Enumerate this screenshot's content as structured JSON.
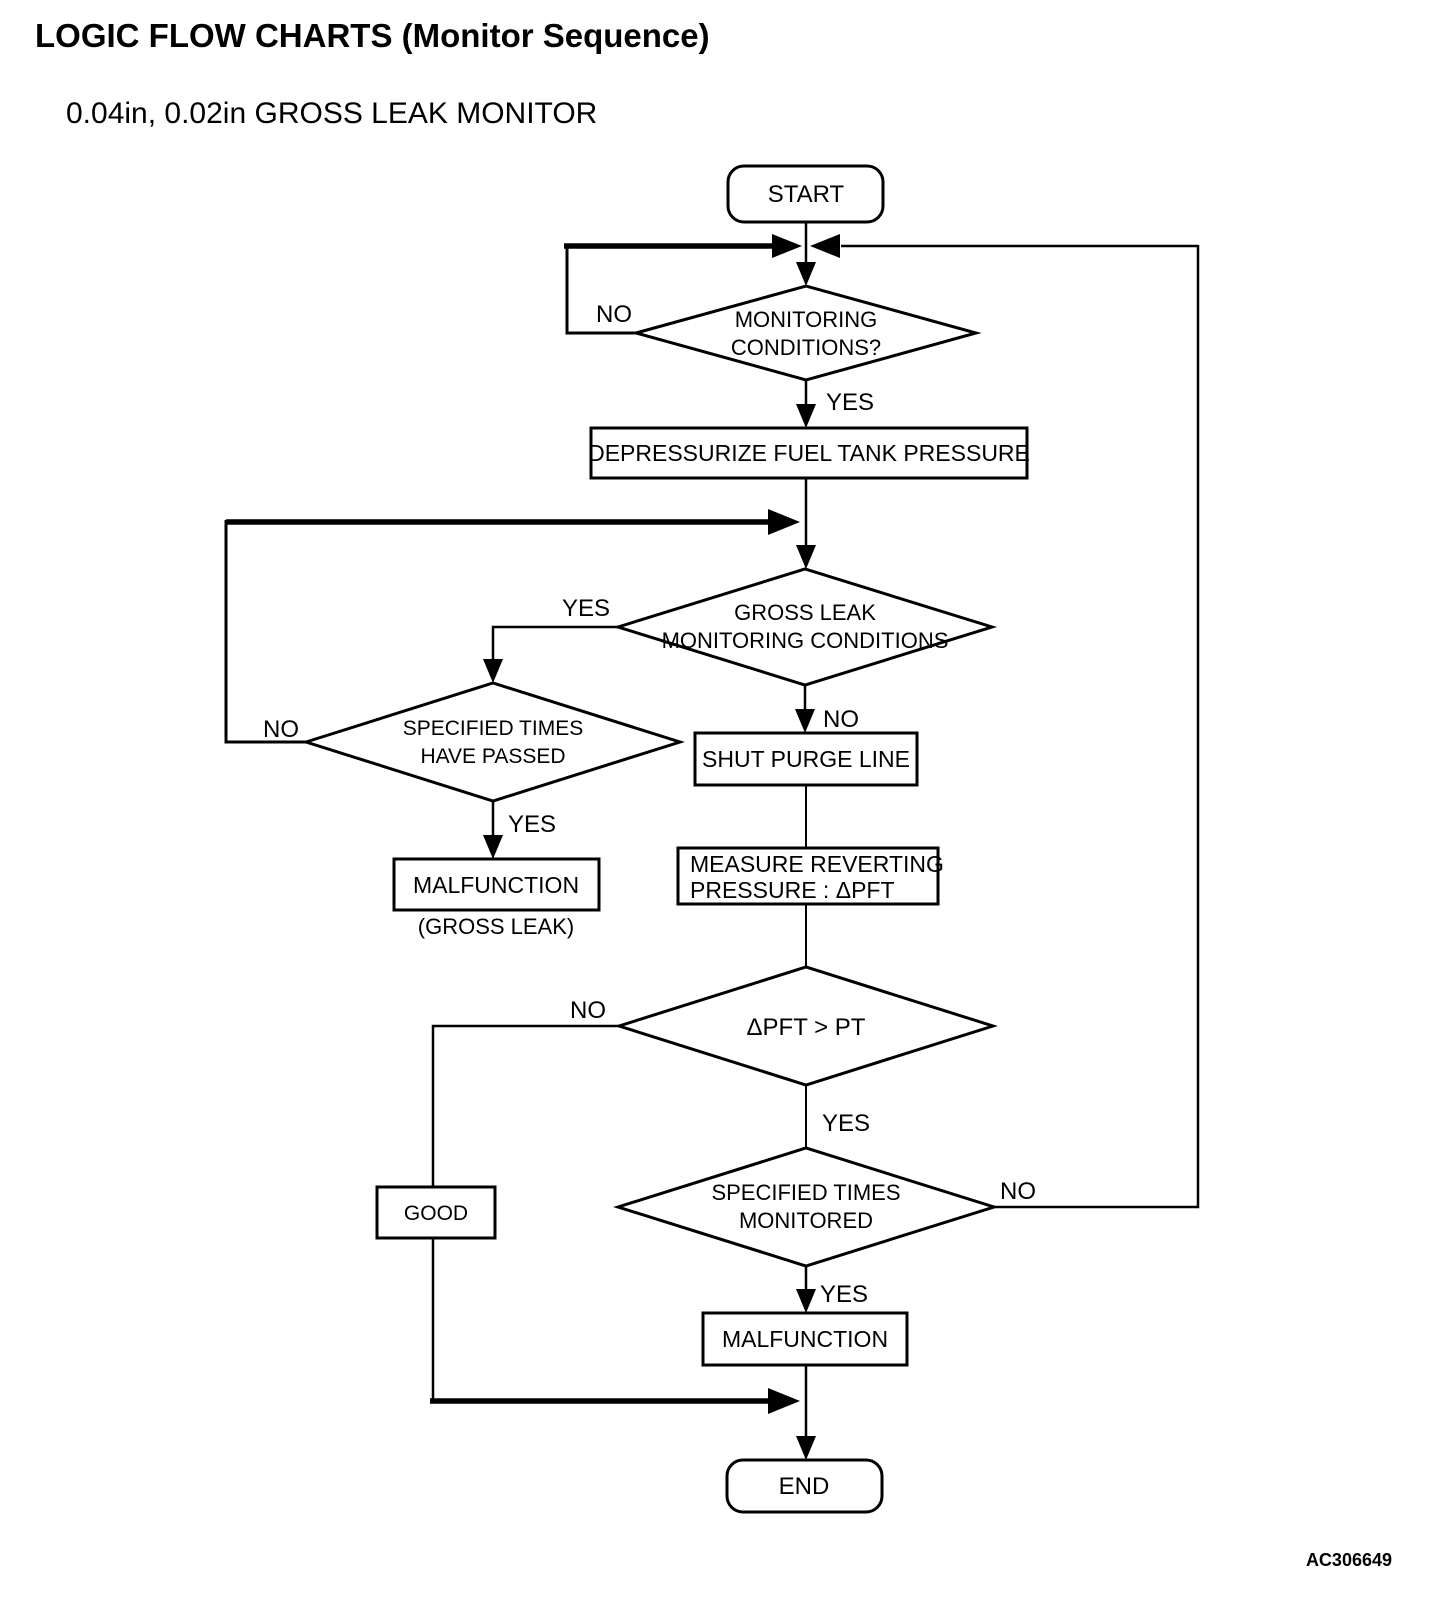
{
  "page": {
    "title": "LOGIC FLOW CHARTS (Monitor Sequence)",
    "subtitle": "0.04in, 0.02in GROSS LEAK MONITOR",
    "figure_code": "AC306649",
    "background_color": "#ffffff",
    "line_color": "#000000"
  },
  "flowchart": {
    "nodes": {
      "start": {
        "type": "terminator",
        "label": "START"
      },
      "monitoring_conditions": {
        "type": "decision",
        "line1": "MONITORING",
        "line2": "CONDITIONS?"
      },
      "depressurize": {
        "type": "process",
        "label": "DEPRESSURIZE FUEL TANK PRESSURE"
      },
      "gross_leak_conditions": {
        "type": "decision",
        "line1": "GROSS LEAK",
        "line2": "MONITORING CONDITIONS"
      },
      "specified_times_passed": {
        "type": "decision",
        "line1": "SPECIFIED TIMES",
        "line2": "HAVE PASSED"
      },
      "malfunction_gross_leak": {
        "type": "process",
        "label": "MALFUNCTION",
        "sublabel": "(GROSS LEAK)"
      },
      "shut_purge_line": {
        "type": "process",
        "label": "SHUT PURGE LINE"
      },
      "measure_reverting": {
        "type": "process",
        "line1": "MEASURE REVERTING",
        "line2": "PRESSURE : ΔPFT"
      },
      "dpft_gt_pt": {
        "type": "decision",
        "label": "ΔPFT > PT"
      },
      "good": {
        "type": "process",
        "label": "GOOD"
      },
      "specified_times_monitored": {
        "type": "decision",
        "line1": "SPECIFIED TIMES",
        "line2": "MONITORED"
      },
      "malfunction": {
        "type": "process",
        "label": "MALFUNCTION"
      },
      "end": {
        "type": "terminator",
        "label": "END"
      }
    },
    "edges": [
      {
        "from": "start",
        "to": "monitoring_conditions",
        "label": ""
      },
      {
        "from": "monitoring_conditions",
        "to": "top_junction",
        "label": "NO"
      },
      {
        "from": "monitoring_conditions",
        "to": "depressurize",
        "label": "YES"
      },
      {
        "from": "depressurize",
        "to": "gross_leak_conditions",
        "label": ""
      },
      {
        "from": "gross_leak_conditions",
        "to": "specified_times_passed",
        "label": "YES"
      },
      {
        "from": "gross_leak_conditions",
        "to": "shut_purge_line",
        "label": "NO"
      },
      {
        "from": "specified_times_passed",
        "to": "gross_leak_conditions",
        "label": "NO"
      },
      {
        "from": "specified_times_passed",
        "to": "malfunction_gross_leak",
        "label": "YES"
      },
      {
        "from": "shut_purge_line",
        "to": "measure_reverting",
        "label": ""
      },
      {
        "from": "measure_reverting",
        "to": "dpft_gt_pt",
        "label": ""
      },
      {
        "from": "dpft_gt_pt",
        "to": "good",
        "label": "NO"
      },
      {
        "from": "dpft_gt_pt",
        "to": "specified_times_monitored",
        "label": "YES"
      },
      {
        "from": "specified_times_monitored",
        "to": "top_junction",
        "label": "NO"
      },
      {
        "from": "specified_times_monitored",
        "to": "malfunction",
        "label": "YES"
      },
      {
        "from": "malfunction",
        "to": "end",
        "label": ""
      },
      {
        "from": "good",
        "to": "end",
        "label": ""
      }
    ]
  }
}
